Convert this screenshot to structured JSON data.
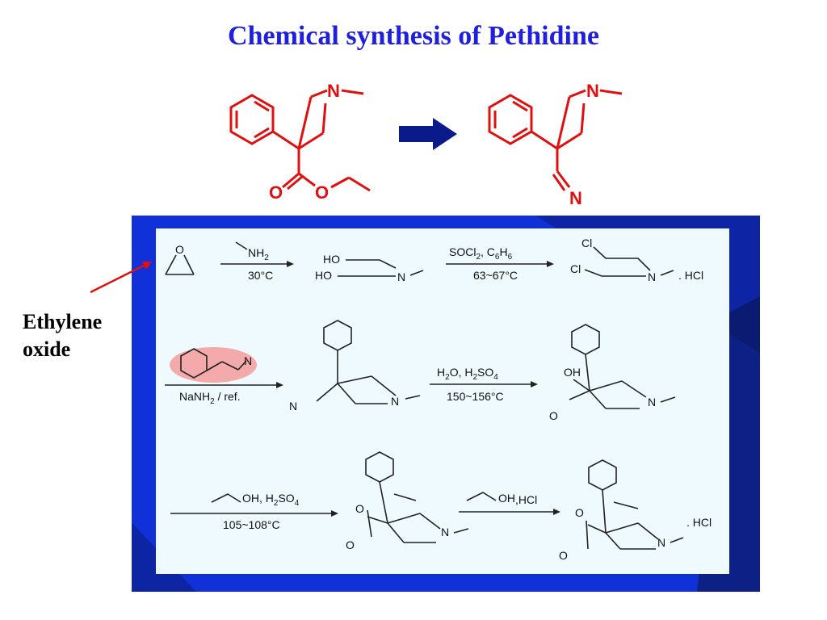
{
  "title": "Chemical synthesis of Pethidine",
  "label": {
    "line1": "Ethylene",
    "line2": "oxide"
  },
  "top_scheme": {
    "left": {
      "N": "N",
      "O1": "O",
      "O2": "O"
    },
    "right": {
      "N": "N",
      "N2": "N"
    }
  },
  "scheme": {
    "row1": {
      "epoxide_O": "O",
      "reagent1": "NH",
      "reagent1_sub": "2",
      "cond1": "30°C",
      "HO_top": "HO",
      "HO_bot": "HO",
      "N": "N",
      "reagent2": "SOCl",
      "reagent2_sub": "2",
      "reagent2_b": ", C",
      "reagent2_b_sub": "6",
      "reagent2_c": "H",
      "reagent2_c_sub": "6",
      "cond2": "63~67°C",
      "Cl_top": "Cl",
      "Cl_bot": "Cl",
      "N2": "N",
      "salt": ". HCl"
    },
    "row2": {
      "nitrile_N": "N",
      "cond3_a": "NaNH",
      "cond3_sub": "2",
      "cond3_b": " / ref.",
      "product_N1": "N",
      "product_N": "N",
      "reagent4_a": "H",
      "reagent4_sub1": "2",
      "reagent4_b": "O, H",
      "reagent4_sub2": "2",
      "reagent4_c": "SO",
      "reagent4_sub3": "4",
      "cond4": "150~156°C",
      "acid_OH": "OH",
      "acid_O": "O",
      "acid_N": "N"
    },
    "row3": {
      "reagent5_OH": "OH",
      "reagent5_b": ", H",
      "reagent5_sub1": "2",
      "reagent5_c": "SO",
      "reagent5_sub2": "4",
      "cond5": "105~108°C",
      "ester_O1": "O",
      "ester_O2": "O",
      "ester_N": "N",
      "reagent6_OH": "OH",
      "reagent6_b": ",HCl",
      "final_O1": "O",
      "final_O2": "O",
      "final_N": "N",
      "final_salt": ". HCl"
    }
  },
  "colors": {
    "title": "#1f1fe0",
    "red": "#e01010",
    "arrow": "#0b1a8a",
    "frame": "#1030d8"
  }
}
